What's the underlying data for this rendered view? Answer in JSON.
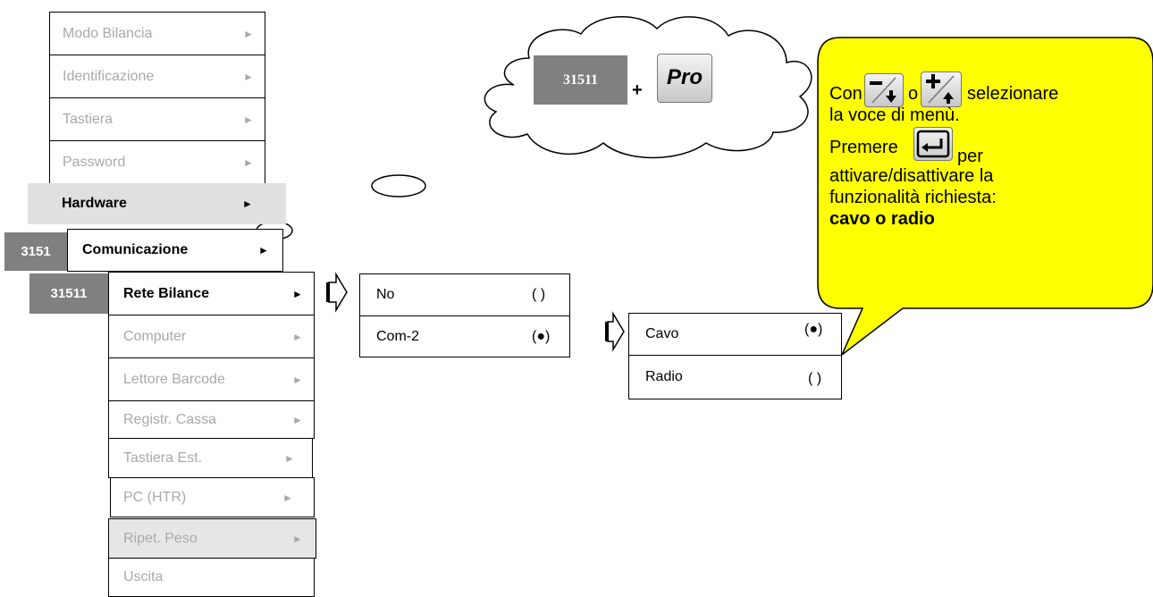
{
  "menu_level1": [
    {
      "label": "Modo Bilancia",
      "arrow": "►"
    },
    {
      "label": "Identificazione",
      "arrow": "►"
    },
    {
      "label": "Tastiera",
      "arrow": "►"
    },
    {
      "label": "Password",
      "arrow": "►"
    }
  ],
  "hardware": {
    "label": "Hardware",
    "arrow": "►"
  },
  "comunicazione": {
    "code": "3151",
    "label": "Comunicazione",
    "arrow": "►"
  },
  "menu_level3": {
    "code": "31511",
    "items": [
      {
        "label": "Rete Bilance",
        "arrow": "►"
      },
      {
        "label": "Computer",
        "arrow": "►"
      },
      {
        "label": "Lettore Barcode",
        "arrow": "►"
      },
      {
        "label": "Registr. Cassa",
        "arrow": "►"
      },
      {
        "label": "Tastiera Est.",
        "arrow": "►"
      },
      {
        "label": "PC (HTR)",
        "arrow": "►"
      },
      {
        "label": "Ripet. Peso",
        "arrow": "►"
      },
      {
        "label": "Uscita",
        "arrow": ""
      }
    ]
  },
  "options_rete": [
    {
      "label": "No",
      "value": "( )"
    },
    {
      "label": "Com-2",
      "value": "(●)"
    }
  ],
  "options_com2": [
    {
      "label": "Cavo",
      "value": "(●)"
    },
    {
      "label": "Radio",
      "value": "( )"
    }
  ],
  "cloud": {
    "code": "31511",
    "plus": "+",
    "key_label": "Pro"
  },
  "callout": {
    "t1": "Con",
    "t2": "o",
    "t3": "selezionare",
    "t4": "la voce di menù.",
    "t5": "Premere",
    "t6": "per",
    "t7": "attivare/disattivare la",
    "t8": "funzionalità richiesta:",
    "t9": "cavo o radio"
  },
  "colors": {
    "callout": "#ffff00",
    "code_bg": "#808080",
    "disabled_text": "#a9a9a9"
  },
  "icons": [
    "minus-down-key-icon",
    "plus-up-key-icon",
    "enter-key-icon",
    "pro-key-icon",
    "right-arrow-icon"
  ]
}
